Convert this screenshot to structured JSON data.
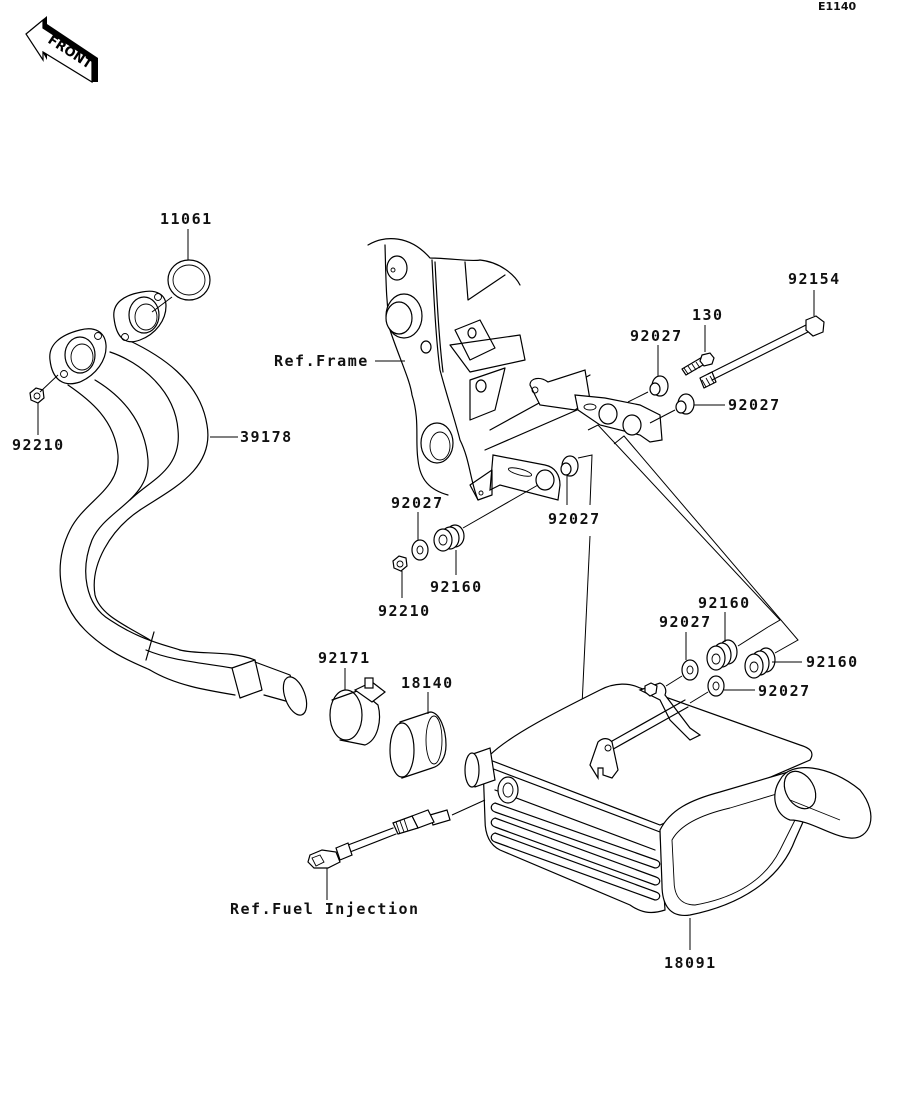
{
  "diagram": {
    "code": "E1140",
    "front_label": "FRONT",
    "references": {
      "frame": "Ref.Frame",
      "fuel_injection": "Ref.Fuel Injection"
    },
    "parts": [
      {
        "id": "gasket",
        "number": "11061"
      },
      {
        "id": "exhaust-pipe",
        "number": "39178"
      },
      {
        "id": "nut-left",
        "number": "92210"
      },
      {
        "id": "bolt-long",
        "number": "92154"
      },
      {
        "id": "bolt-short",
        "number": "130"
      },
      {
        "id": "collar-upper-1",
        "number": "92027"
      },
      {
        "id": "collar-upper-2",
        "number": "92027"
      },
      {
        "id": "collar-mid-1",
        "number": "92027"
      },
      {
        "id": "collar-mid-2",
        "number": "92027"
      },
      {
        "id": "damper-mid",
        "number": "92160"
      },
      {
        "id": "nut-mid",
        "number": "92210"
      },
      {
        "id": "clamp",
        "number": "92171"
      },
      {
        "id": "gasket-sleeve",
        "number": "18140"
      },
      {
        "id": "damper-lower-1",
        "number": "92160"
      },
      {
        "id": "damper-lower-2",
        "number": "92160"
      },
      {
        "id": "collar-lower-1",
        "number": "92027"
      },
      {
        "id": "collar-lower-2",
        "number": "92027"
      },
      {
        "id": "muffler",
        "number": "18091"
      }
    ]
  }
}
